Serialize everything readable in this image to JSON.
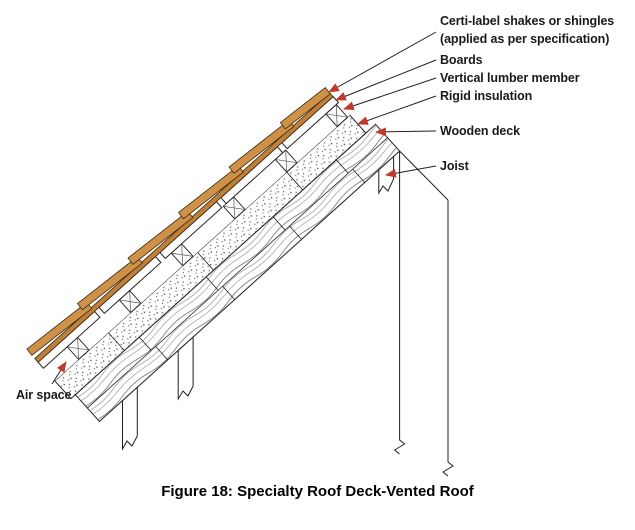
{
  "figure": {
    "caption": "Figure 18: Specialty Roof Deck-Vented Roof"
  },
  "labels": {
    "shakes_line1": "Certi-label shakes or shingles",
    "shakes_line2": "(applied as per specification)",
    "boards": "Boards",
    "vertical_lumber": "Vertical lumber member",
    "rigid_insulation": "Rigid insulation",
    "wooden_deck": "Wooden deck",
    "joist": "Joist",
    "air_space": "Air space"
  },
  "colors": {
    "shake_fill": "#cf9148",
    "shake_base": "#c08038",
    "leader_arrow": "#c0392b",
    "line": "#231f20"
  }
}
